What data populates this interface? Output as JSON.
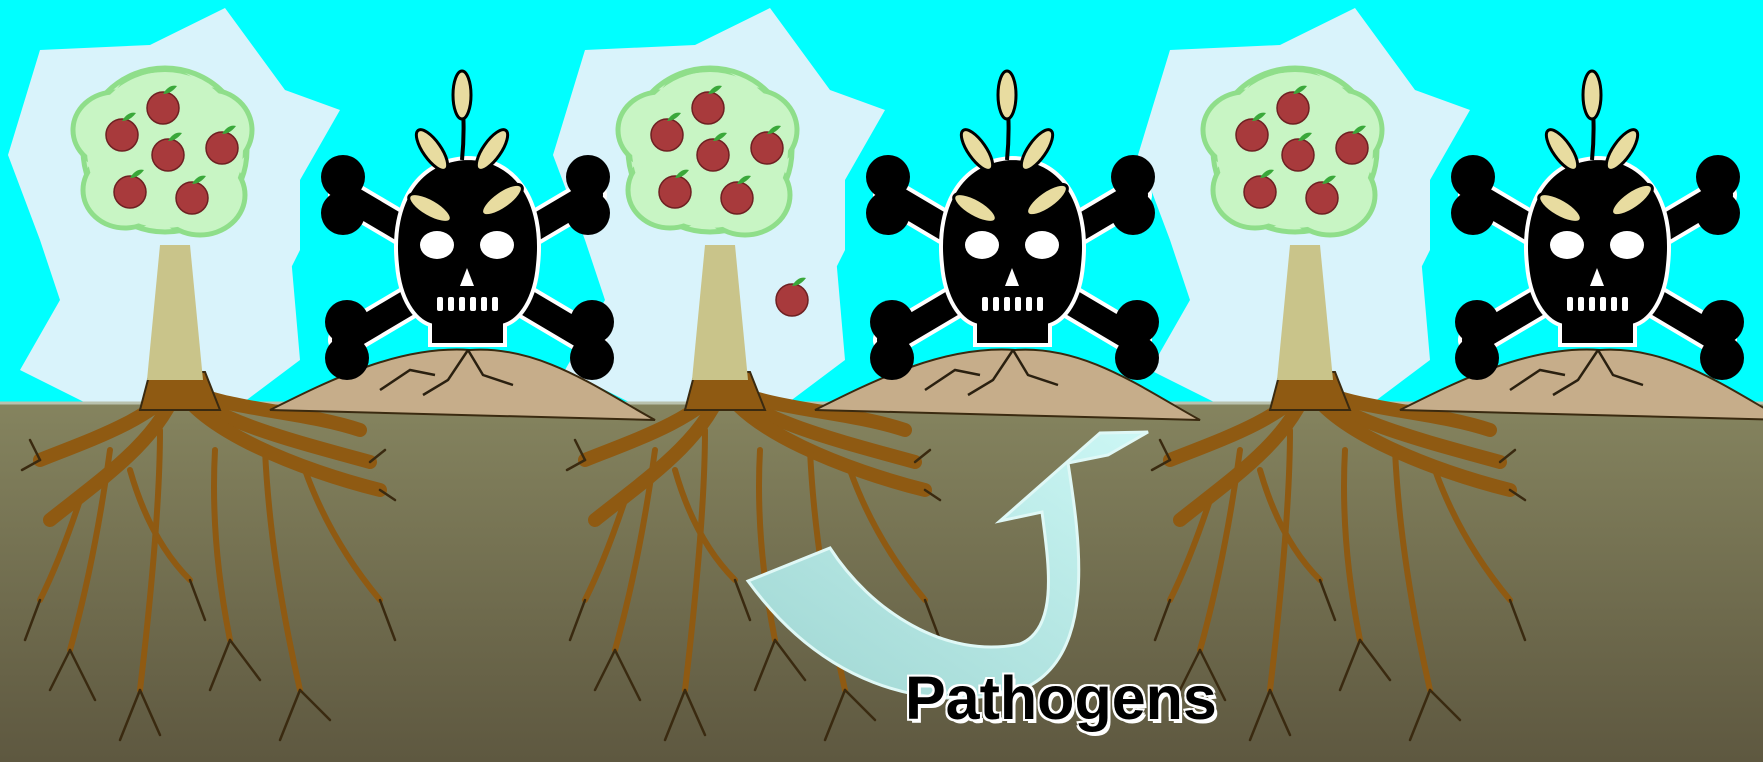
{
  "labels": {
    "pathogens": "Pathogens"
  },
  "colors": {
    "sky": "#00ffff",
    "cloud": "#d9f3fb",
    "soil_top": "#85845f",
    "soil_bottom": "#5e5840",
    "trunk": "#c9c48a",
    "canopy": "#c8f5c4",
    "canopy_edge": "#8fde8a",
    "apple": "#a83a3c",
    "root": "#8f5a12",
    "mound": "#c6ad8a",
    "skull": "#000000",
    "leaf": "#e8dca0",
    "arrow": "#9fd6d2",
    "arrow_light": "#ccf7f5"
  },
  "panels": [
    {
      "name": "panel-1",
      "tree": "apple-tree",
      "skull": "skull-and-crossbones",
      "falling_apple": false
    },
    {
      "name": "panel-2",
      "tree": "apple-tree",
      "skull": "skull-and-crossbones",
      "falling_apple": true
    },
    {
      "name": "panel-3",
      "tree": "apple-tree",
      "skull": "skull-and-crossbones",
      "falling_apple": false
    }
  ],
  "arrow": {
    "direction": "curved-up",
    "meaning": "feedback"
  }
}
